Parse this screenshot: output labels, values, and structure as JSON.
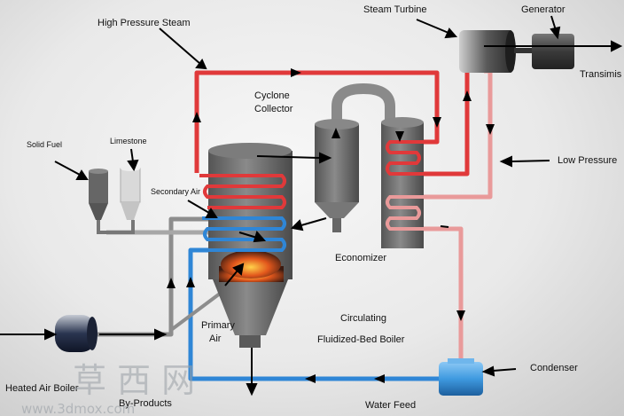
{
  "labels": {
    "high_pressure_steam": "High Pressure Steam",
    "steam_turbine": "Steam Turbine",
    "generator": "Generator",
    "transmission": "Transimis",
    "cyclone_collector_line1": "Cyclone",
    "cyclone_collector_line2": "Collector",
    "solid_fuel": "Solid Fuel",
    "limestone": "Limestone",
    "secondary_air": "Secondary Air",
    "low_pressure": "Low Pressure",
    "economizer": "Economizer",
    "primary_air_line1": "Primary",
    "primary_air_line2": "Air",
    "boiler_title_line1": "Circulating",
    "boiler_title_line2": "Fluidized-Bed Boiler",
    "condenser": "Condenser",
    "heated_air_boiler": "Heated Air Boiler",
    "by_products": "By-Products",
    "water_feed": "Water Feed"
  },
  "watermark": {
    "chinese": "草 西 网",
    "url": "www.3dmox.com"
  },
  "colors": {
    "steam_red": "#e0393a",
    "water_blue": "#2f86d6",
    "low_pressure_pink": "#e99a9a",
    "duct_gray": "#9a9a9a",
    "vessel_gray": "#6f6f6f",
    "condenser_blue": "#3f9ae0",
    "arrow_black": "#000000"
  }
}
